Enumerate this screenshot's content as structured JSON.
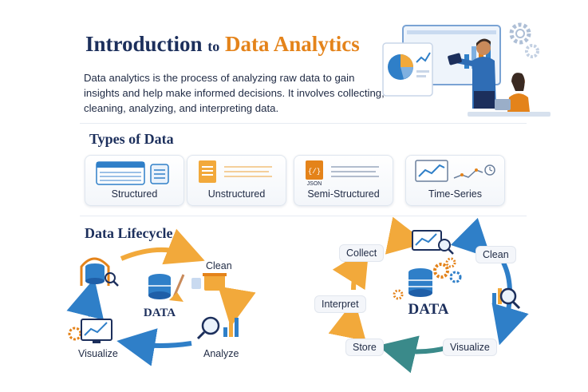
{
  "header": {
    "title_part1": "Introduction",
    "title_part2": "to",
    "title_part3": "Data Analytics",
    "intro": "Data analytics is the process of analyzing raw data to gain insights and help make informed decisions. It involves collecting, cleaning, analyzing, and interpreting data."
  },
  "types": {
    "heading": "Types of Data",
    "items": [
      {
        "label": "Structured",
        "icon": "table-icon"
      },
      {
        "label": "Unstructured",
        "icon": "document-icon"
      },
      {
        "label": "Semi-Structured",
        "icon": "json-file-icon",
        "icon_text": "JSON"
      },
      {
        "label": "Time-Series",
        "icon": "line-chart-icon"
      }
    ]
  },
  "lifecycle": {
    "heading": "Data Lifecycle",
    "left": {
      "center_label": "DATA",
      "nodes": [
        "Clean",
        "Analyze",
        "Visualize"
      ]
    },
    "right": {
      "center_label": "DATA",
      "nodes": [
        "Collect",
        "Clean",
        "Visualize",
        "Store",
        "Interpret"
      ]
    }
  },
  "colors": {
    "navy": "#1c2f5c",
    "orange": "#e4831a",
    "blue": "#2f7fc8"
  }
}
